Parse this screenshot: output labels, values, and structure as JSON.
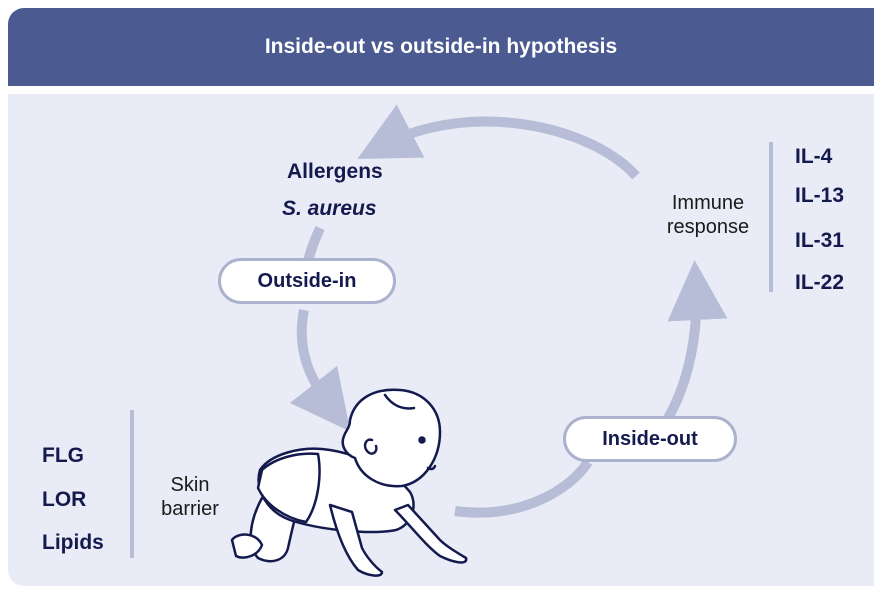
{
  "title": "Inside-out vs outside-in hypothesis",
  "outside_in": {
    "triggers": [
      "Allergens",
      "S. aureus"
    ],
    "label": "Outside-in"
  },
  "inside_out": {
    "label": "Inside-out"
  },
  "immune_response": {
    "label_line1": "Immune",
    "label_line2": "response",
    "cytokines": [
      "IL-4",
      "IL-13",
      "IL-31",
      "IL-22"
    ]
  },
  "skin_barrier": {
    "label_line1": "Skin",
    "label_line2": "barrier",
    "factors": [
      "FLG",
      "LOR",
      "Lipids"
    ]
  },
  "colors": {
    "header": "#4b5a91",
    "panel": "#e9ecf6",
    "arrow": "#b7bdd6",
    "text_dark": "#141a4e"
  },
  "icons": [
    "crawling-baby-illustration",
    "cycle-arrow"
  ]
}
